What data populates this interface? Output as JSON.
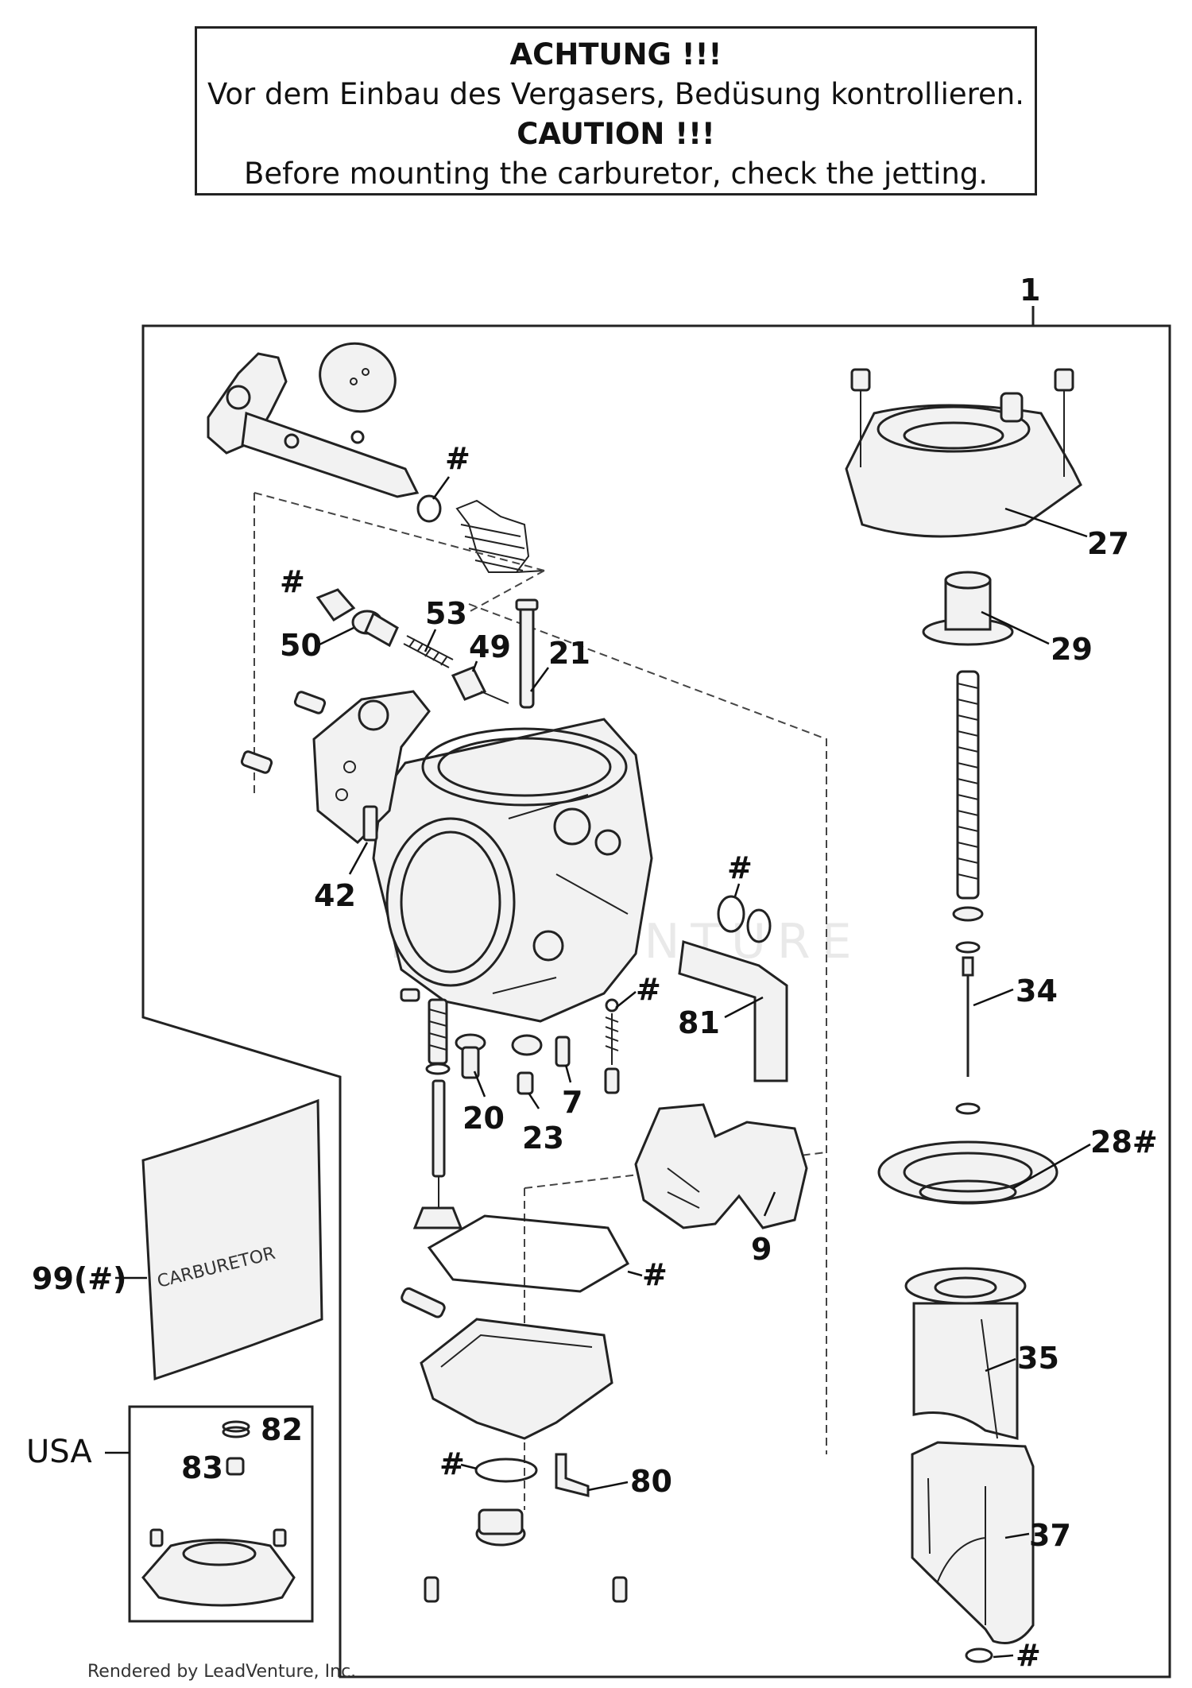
{
  "notice": {
    "de_heading": "ACHTUNG !!!",
    "de_text": "Vor dem Einbau des Vergasers, Bedüsung kontrollieren.",
    "en_heading": "CAUTION !!!",
    "en_text": "Before mounting the carburetor, check the jetting."
  },
  "assembly_label": "1",
  "callouts": {
    "c27": "27",
    "c29": "29",
    "c34": "34",
    "c28": "28#",
    "c35": "35",
    "c37": "37",
    "hash_bottom_right": "#",
    "hash_spring": "#",
    "c53": "53",
    "hash_left": "#",
    "c50": "50",
    "c49": "49",
    "c21": "21",
    "c42": "42",
    "hash_oring": "#",
    "c81": "81",
    "hash_jet": "#",
    "c20": "20",
    "c23": "23",
    "c7": "7",
    "c9": "9",
    "hash_gasket": "#",
    "hash_drain": "#",
    "c80": "80",
    "c99": "99(#)",
    "c82": "82",
    "c83": "83"
  },
  "usa_label": "USA",
  "bag_print": "CARBURETOR",
  "watermark": "LEADVENTURE",
  "credit": "Rendered by LeadVenture, Inc."
}
